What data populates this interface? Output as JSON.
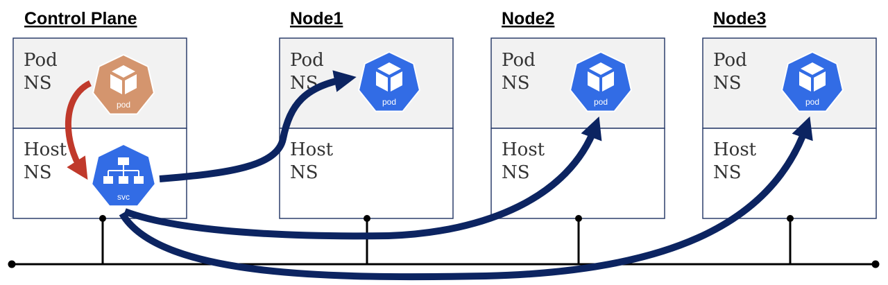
{
  "nodes": [
    {
      "title": "Control Plane",
      "pod_ns": [
        "Pod",
        "NS"
      ],
      "host_ns": [
        "Host",
        "NS"
      ]
    },
    {
      "title": "Node1",
      "pod_ns": [
        "Pod",
        "NS"
      ],
      "host_ns": [
        "Host",
        "NS"
      ]
    },
    {
      "title": "Node2",
      "pod_ns": [
        "Pod",
        "NS"
      ],
      "host_ns": [
        "Host",
        "NS"
      ]
    },
    {
      "title": "Node3",
      "pod_ns": [
        "Pod",
        "NS"
      ],
      "host_ns": [
        "Host",
        "NS"
      ]
    }
  ],
  "icons": {
    "pod_label": "pod",
    "svc_label": "svc"
  },
  "colors": {
    "pod_blue": "#326ce5",
    "pod_local": "#d4956e",
    "arrow_navy": "#0c2461",
    "arrow_red": "#c0392b",
    "pod_ns_fill": "#f2f2f2",
    "box_border": "#2c3e6b"
  }
}
